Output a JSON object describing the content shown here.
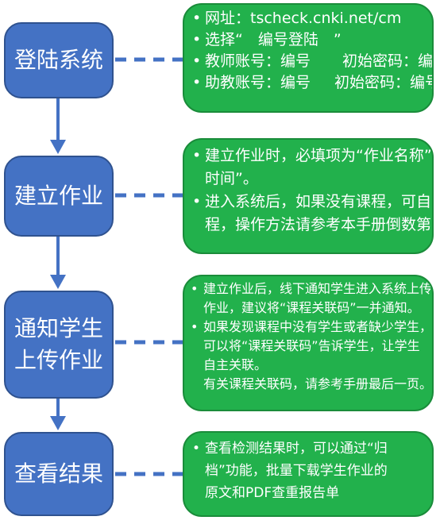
{
  "steps": [
    {
      "lines": [
        "登陆系统"
      ]
    },
    {
      "lines": [
        "建立作业"
      ]
    },
    {
      "lines": [
        "通知学生",
        "上传作业"
      ]
    },
    {
      "lines": [
        "查看结果"
      ]
    }
  ],
  "notes": [
    {
      "lines": [
        {
          "bullet": true,
          "parts": [
            "网址：tscheck.cnki.net/cm"
          ]
        },
        {
          "bullet": true,
          "parts": [
            "选择“　编号登陆　”"
          ]
        },
        {
          "bullet": true,
          "parts": [
            "教师账号：编号",
            "初始密码：编号"
          ]
        },
        {
          "bullet": true,
          "parts": [
            "助教账号：编号",
            "初始密码：编号"
          ]
        }
      ]
    },
    {
      "lines": [
        {
          "bullet": true,
          "parts": [
            "建立作业时，必填项为“作业名称”、“作业"
          ]
        },
        {
          "bullet": false,
          "parts": [
            "时间”。"
          ]
        },
        {
          "bullet": true,
          "parts": [
            "进入系统后，如果没有课程，可自主认领课"
          ]
        },
        {
          "bullet": false,
          "parts": [
            "程，操作方法请参考本手册倒数第二页。"
          ]
        }
      ]
    },
    {
      "lines": [
        {
          "bullet": true,
          "parts": [
            "建立作业后，线下通知学生进入系统上传"
          ]
        },
        {
          "bullet": false,
          "parts": [
            "作业，建议将“课程关联码”一并通知。"
          ]
        },
        {
          "bullet": true,
          "parts": [
            "如果发现课程中没有学生或者缺少学生，"
          ]
        },
        {
          "bullet": false,
          "parts": [
            "可以将“课程关联码”告诉学生，让学生"
          ]
        },
        {
          "bullet": false,
          "parts": [
            "自主关联。"
          ]
        },
        {
          "bullet": false,
          "parts": [
            "有关课程关联码，请参考手册最后一页。"
          ]
        }
      ]
    },
    {
      "lines": [
        {
          "bullet": true,
          "parts": [
            "查看检测结果时，可以通过“归"
          ]
        },
        {
          "bullet": false,
          "parts": [
            "档”功能，批量下载学生作业的"
          ]
        },
        {
          "bullet": false,
          "parts": [
            "原文和PDF查重报告单"
          ]
        }
      ]
    }
  ],
  "colors": {
    "step_fill": "#4472c4",
    "step_border": "#2f528f",
    "note_fill": "#22b14c",
    "note_border": "#1a8c3a",
    "connector": "#4472c4"
  }
}
